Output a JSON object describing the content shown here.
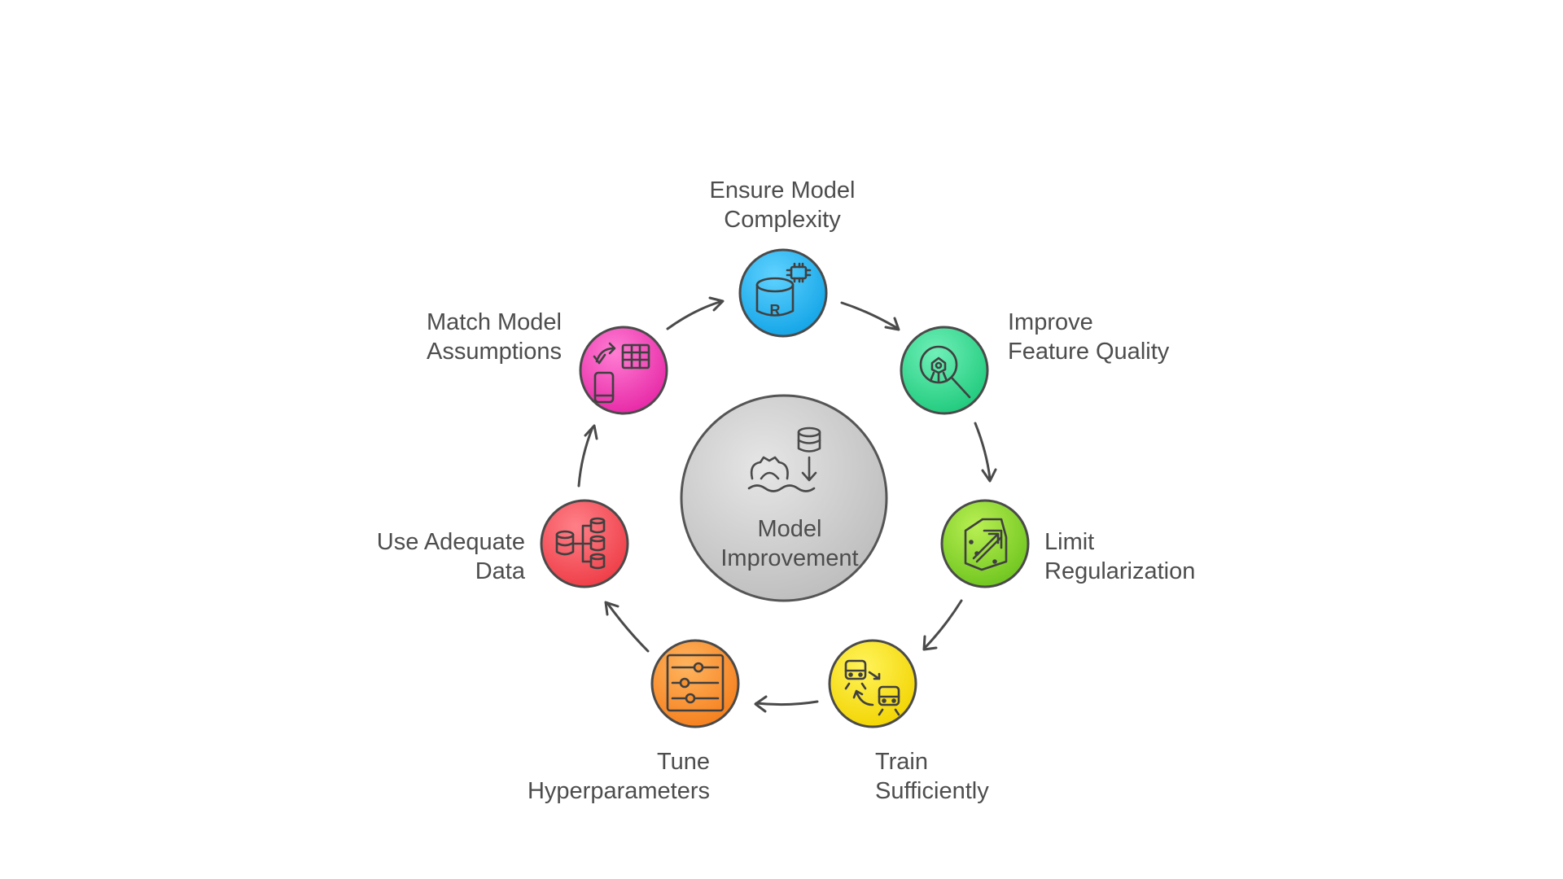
{
  "center": {
    "line1": "Model",
    "line2": "Improvement",
    "icon": "database-gear-water-icon"
  },
  "steps": [
    {
      "id": "complexity",
      "line1": "Ensure Model",
      "line2": "Complexity",
      "icon": "database-chip-icon",
      "color": "#29b6f0"
    },
    {
      "id": "feature",
      "line1": "Improve",
      "line2": "Feature Quality",
      "icon": "magnifier-feature-icon",
      "color": "#2ed88f"
    },
    {
      "id": "regularization",
      "line1": "Limit",
      "line2": "Regularization",
      "icon": "arrow-box-icon",
      "color": "#8fd630"
    },
    {
      "id": "training",
      "line1": "Train",
      "line2": "Sufficiently",
      "icon": "train-swap-icon",
      "color": "#f5e21a"
    },
    {
      "id": "hyperparameters",
      "line1": "Tune",
      "line2": "Hyperparameters",
      "icon": "sliders-icon",
      "color": "#f89230"
    },
    {
      "id": "data",
      "line1": "Use Adequate",
      "line2": "Data",
      "icon": "database-network-icon",
      "color": "#f4545c"
    },
    {
      "id": "assumptions",
      "line1": "Match Model",
      "line2": "Assumptions",
      "icon": "phone-table-swap-icon",
      "color": "#f040b4"
    }
  ]
}
